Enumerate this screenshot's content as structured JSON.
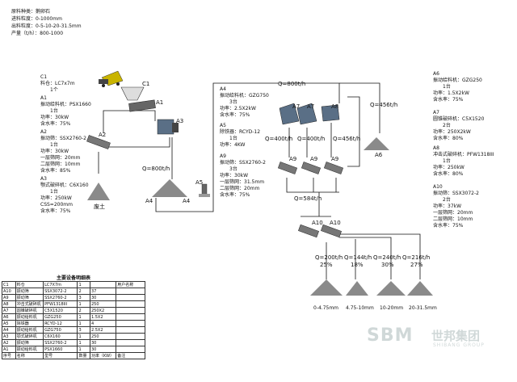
{
  "header": {
    "lines": [
      "原料种类：鹅卵石",
      "进料粒度：0-1000mm",
      "出料粒度：0-5-10-20-31.5mm",
      "产量（t/h）：800-1000"
    ]
  },
  "left_specs": {
    "c1": [
      "C1",
      "料仓：LC7x7m",
      "1个"
    ],
    "a1": [
      "A1",
      "振动给料机：PSX1660",
      "1台",
      "功率：30kW",
      "含水率：75%"
    ],
    "a2": [
      "A2",
      "振动筛：SSX2760-2",
      "1台",
      "功率：30kW",
      "一层筛网：20mm",
      "二层筛网：10mm",
      "含水率：85%"
    ],
    "a3": [
      "A3",
      "颚式破碎机：C6X160",
      "1台",
      "功率：250kW",
      "CSS=200mm",
      "含水率：75%"
    ]
  },
  "mid_specs": {
    "a4": [
      "A4",
      "振动给料机：GZG750",
      "3台",
      "功率：2.5X2kW",
      "含水率：75%"
    ],
    "a5": [
      "A5",
      "除铁器：RCYD-12",
      "1台",
      "功率：4KW"
    ],
    "a9": [
      "A9",
      "振动筛：SSX2760-2",
      "3台",
      "功率：30kW",
      "一层筛网：31.5mm",
      "二层筛网：20mm",
      "含水率：75%"
    ]
  },
  "right_specs": {
    "a6": [
      "A6",
      "振动给料机：GZG250",
      "1台",
      "功率：1.5X2kW",
      "含水率：75%"
    ],
    "a7": [
      "A7",
      "圆锥破碎机：C5X1520",
      "2台",
      "功率：250X2kW",
      "含水率：80%"
    ],
    "a8": [
      "A8",
      "冲击式破碎机：PFW1318III",
      "1台",
      "功率：250kW",
      "含水率：80%"
    ],
    "a10": [
      "A10",
      "振动筛：SSX3072-2",
      "2台",
      "功率：37kW",
      "一层筛网：20mm",
      "二层筛网：10mm",
      "含水率：75%"
    ]
  },
  "labels": {
    "c1": "C1",
    "a1": "A1",
    "a2": "A2",
    "a3": "A3",
    "a4a": "A4",
    "a4b": "A4",
    "a5": "A5",
    "a6": "A6",
    "a7a": "A7",
    "a7b": "A7",
    "a8": "A8",
    "a9a": "A9",
    "a9b": "A9",
    "a9c": "A9",
    "a10a": "A10",
    "a10b": "A10",
    "waste": "废土"
  },
  "flows": {
    "q800_left": "Q=800t/h",
    "q800_top": "Q=800t/h",
    "q400a": "Q=400t/h",
    "q400b": "Q=400t/h",
    "q456a": "Q=456t/h",
    "q456b": "Q=456t/h",
    "q584": "Q=584t/h",
    "q200": "Q=200t/h",
    "q144": "Q=144t/h",
    "q240": "Q=240t/h",
    "q216": "Q=216t/h"
  },
  "percents": {
    "p1": "25%",
    "p2": "18%",
    "p3": "30%",
    "p4": "27%"
  },
  "products": {
    "p1": "0-4.75mm",
    "p2": "4.75-10mm",
    "p3": "10-20mm",
    "p4": "20-31.5mm"
  },
  "table": {
    "title": "主要设备明细表",
    "rows": [
      [
        "C1",
        "料仓",
        "LC7X7m",
        "1",
        "",
        ""
      ],
      [
        "A10",
        "振动筛",
        "SSX3072-2",
        "2",
        "37",
        ""
      ],
      [
        "A9",
        "振动筛",
        "SSX2760-2",
        "3",
        "30",
        ""
      ],
      [
        "A8",
        "冲击式破碎机",
        "PFW1318III",
        "1",
        "250",
        ""
      ],
      [
        "A7",
        "圆锥破碎机",
        "C5X1520",
        "2",
        "250X2",
        ""
      ],
      [
        "A6",
        "振动给料机",
        "GZG250",
        "1",
        "1.5X2",
        ""
      ],
      [
        "A5",
        "除铁器",
        "RCYD-12",
        "1",
        "4",
        ""
      ],
      [
        "A4",
        "振动给料机",
        "GZG750",
        "3",
        "2.5X2",
        ""
      ],
      [
        "A3",
        "颚式破碎机",
        "C6X160",
        "1",
        "250",
        ""
      ],
      [
        "A2",
        "振动筛",
        "SSX2760-2",
        "1",
        "30",
        ""
      ],
      [
        "A1",
        "振动给料机",
        "PSX1660",
        "1",
        "30",
        ""
      ]
    ],
    "footer": [
      "序号",
      "名称",
      "型号",
      "数量",
      "功率（KW）",
      "备注"
    ],
    "extra_header": "用户名称"
  },
  "logo": {
    "brand": "SBM",
    "cn": "世邦集团",
    "en": "SHIBANG GROUP"
  },
  "colors": {
    "line": "#111111",
    "pile": "#8a8a8a",
    "machine": "#5a6f86"
  }
}
